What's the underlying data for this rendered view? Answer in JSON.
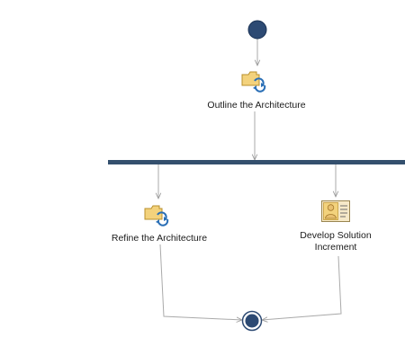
{
  "nodes": {
    "outline": {
      "label": "Outline the Architecture",
      "icon": "iteration-activity-icon"
    },
    "refine": {
      "label": "Refine the Architecture",
      "icon": "iteration-activity-icon"
    },
    "develop": {
      "label_line1": "Develop Solution",
      "label_line2": "Increment",
      "icon": "capability-pattern-icon"
    }
  },
  "colors": {
    "fork_bar": "#34506e",
    "initial_node": "#2d4a73",
    "final_node": "#2d4a73",
    "edge": "#a8a8a8",
    "folder_fill": "#f3d27c",
    "folder_stroke": "#b8902c",
    "cycle_arrow": "#2a6fb6"
  }
}
